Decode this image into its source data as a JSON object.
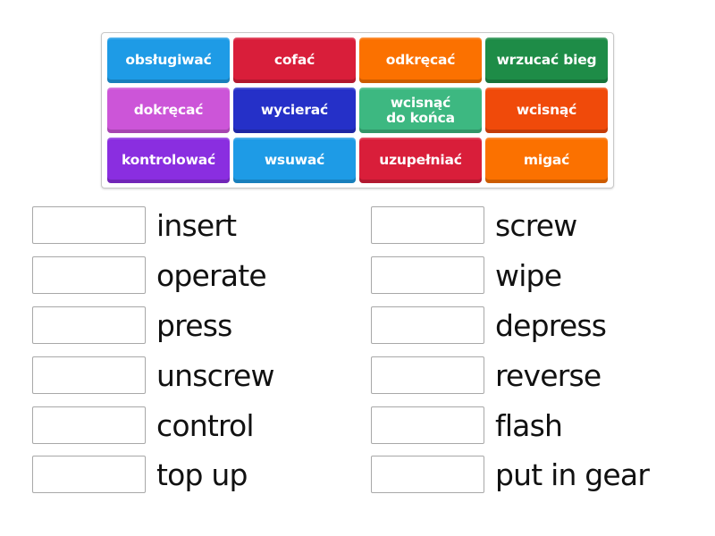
{
  "tile_bank": {
    "tiles": [
      {
        "label": "obsługiwać",
        "color": "#1e9be6"
      },
      {
        "label": "cofać",
        "color": "#d91e3a"
      },
      {
        "label": "odkręcać",
        "color": "#fb7100"
      },
      {
        "label": "wrzucać bieg",
        "color": "#1e8c47"
      },
      {
        "label": "dokręcać",
        "color": "#cc55d8"
      },
      {
        "label": "wycierać",
        "color": "#2530c8"
      },
      {
        "label": "wcisnąć\ndo końca",
        "color": "#3db881"
      },
      {
        "label": "wcisnąć",
        "color": "#f04a0a"
      },
      {
        "label": "kontrolować",
        "color": "#8a2ee0"
      },
      {
        "label": "wsuwać",
        "color": "#1e9be6"
      },
      {
        "label": "uzupełniać",
        "color": "#d91e3a"
      },
      {
        "label": "migać",
        "color": "#fb7100"
      }
    ]
  },
  "match_rows": {
    "left": [
      {
        "word": "insert",
        "answer": ""
      },
      {
        "word": "operate",
        "answer": ""
      },
      {
        "word": "press",
        "answer": ""
      },
      {
        "word": "unscrew",
        "answer": ""
      },
      {
        "word": "control",
        "answer": ""
      },
      {
        "word": "top up",
        "answer": ""
      }
    ],
    "right": [
      {
        "word": "screw",
        "answer": ""
      },
      {
        "word": "wipe",
        "answer": ""
      },
      {
        "word": "depress",
        "answer": ""
      },
      {
        "word": "reverse",
        "answer": ""
      },
      {
        "word": "flash",
        "answer": ""
      },
      {
        "word": "put in gear",
        "answer": ""
      }
    ]
  }
}
